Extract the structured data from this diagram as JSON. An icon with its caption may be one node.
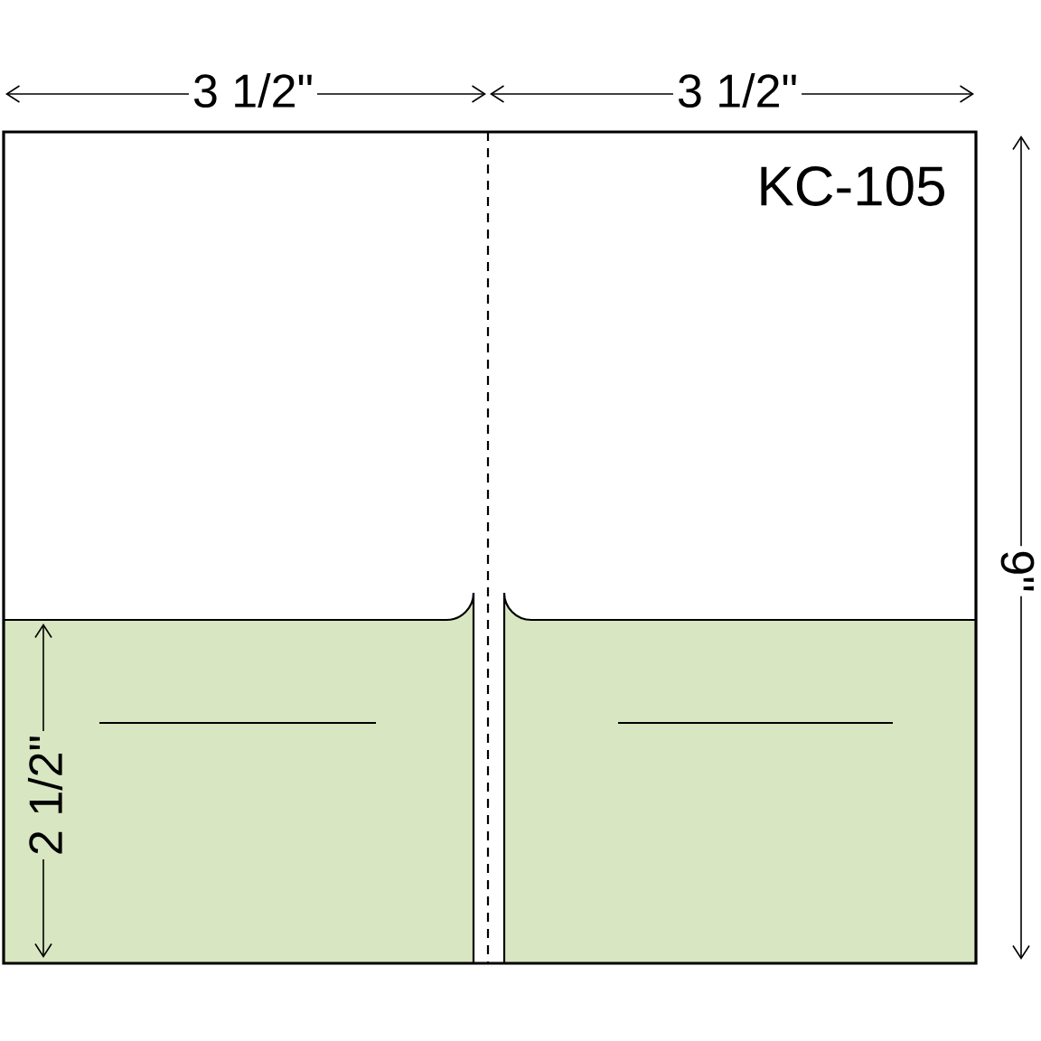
{
  "diagram": {
    "labels": [
      "3 1/2\"",
      "3 1/2\"",
      "KC-105",
      "9\"",
      "2 1/2\""
    ]
  }
}
